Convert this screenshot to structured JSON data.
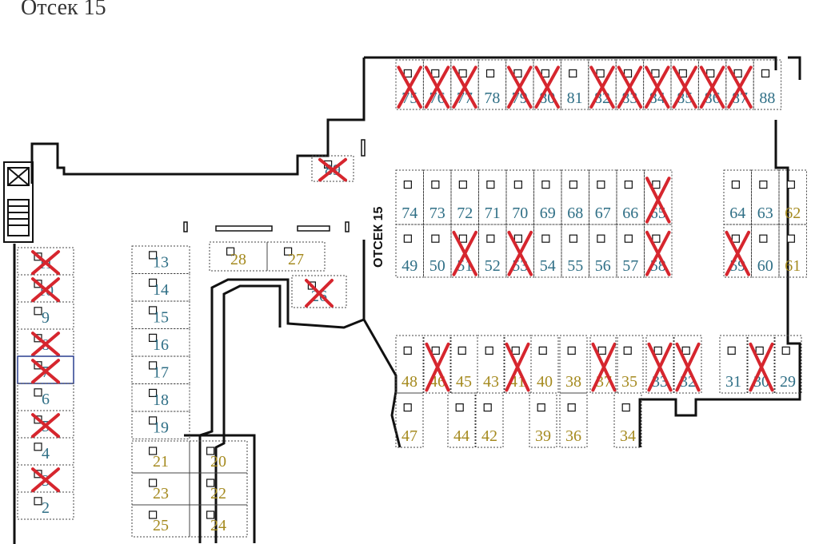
{
  "title": "Отсек 15",
  "section_label": "ОТСЕК 15",
  "colors": {
    "wall": "#111111",
    "dash": "#444444",
    "blue_number": "#2f6f86",
    "gold_number": "#a58a1f",
    "cross": "#d6262e",
    "highlight": "#2a3f8f"
  },
  "icons": [
    "parking-spot-marker-icon",
    "sold-cross-icon",
    "stairwell-icon"
  ],
  "spots": [
    {
      "n": "75",
      "color": "blue",
      "sold": true
    },
    {
      "n": "76",
      "color": "blue",
      "sold": true
    },
    {
      "n": "77",
      "color": "blue",
      "sold": true
    },
    {
      "n": "78",
      "color": "blue",
      "sold": false
    },
    {
      "n": "79",
      "color": "blue",
      "sold": true
    },
    {
      "n": "80",
      "color": "blue",
      "sold": true
    },
    {
      "n": "81",
      "color": "blue",
      "sold": false
    },
    {
      "n": "82",
      "color": "blue",
      "sold": true
    },
    {
      "n": "83",
      "color": "blue",
      "sold": true
    },
    {
      "n": "84",
      "color": "blue",
      "sold": true
    },
    {
      "n": "85",
      "color": "blue",
      "sold": true
    },
    {
      "n": "86",
      "color": "blue",
      "sold": true
    },
    {
      "n": "87",
      "color": "blue",
      "sold": true
    },
    {
      "n": "88",
      "color": "blue",
      "sold": false
    },
    {
      "n": "89",
      "color": "blue",
      "sold": true
    },
    {
      "n": "74",
      "color": "blue",
      "sold": false
    },
    {
      "n": "73",
      "color": "blue",
      "sold": false
    },
    {
      "n": "72",
      "color": "blue",
      "sold": false
    },
    {
      "n": "71",
      "color": "blue",
      "sold": false
    },
    {
      "n": "70",
      "color": "blue",
      "sold": false
    },
    {
      "n": "69",
      "color": "blue",
      "sold": false
    },
    {
      "n": "68",
      "color": "blue",
      "sold": false
    },
    {
      "n": "67",
      "color": "blue",
      "sold": false
    },
    {
      "n": "66",
      "color": "blue",
      "sold": false
    },
    {
      "n": "65",
      "color": "blue",
      "sold": true
    },
    {
      "n": "64",
      "color": "blue",
      "sold": false
    },
    {
      "n": "63",
      "color": "blue",
      "sold": false
    },
    {
      "n": "62",
      "color": "gold",
      "sold": false
    },
    {
      "n": "49",
      "color": "blue",
      "sold": false
    },
    {
      "n": "50",
      "color": "blue",
      "sold": false
    },
    {
      "n": "51",
      "color": "blue",
      "sold": true
    },
    {
      "n": "52",
      "color": "blue",
      "sold": false
    },
    {
      "n": "53",
      "color": "blue",
      "sold": true
    },
    {
      "n": "54",
      "color": "blue",
      "sold": false
    },
    {
      "n": "55",
      "color": "blue",
      "sold": false
    },
    {
      "n": "56",
      "color": "blue",
      "sold": false
    },
    {
      "n": "57",
      "color": "blue",
      "sold": false
    },
    {
      "n": "58",
      "color": "blue",
      "sold": true
    },
    {
      "n": "59",
      "color": "blue",
      "sold": true
    },
    {
      "n": "60",
      "color": "blue",
      "sold": false
    },
    {
      "n": "61",
      "color": "gold",
      "sold": false
    },
    {
      "n": "48",
      "color": "gold",
      "sold": false
    },
    {
      "n": "46",
      "color": "gold",
      "sold": true
    },
    {
      "n": "45",
      "color": "gold",
      "sold": false
    },
    {
      "n": "43",
      "color": "gold",
      "sold": false
    },
    {
      "n": "41",
      "color": "gold",
      "sold": true
    },
    {
      "n": "40",
      "color": "gold",
      "sold": false
    },
    {
      "n": "38",
      "color": "gold",
      "sold": false
    },
    {
      "n": "37",
      "color": "gold",
      "sold": true
    },
    {
      "n": "35",
      "color": "gold",
      "sold": false
    },
    {
      "n": "33",
      "color": "blue",
      "sold": true
    },
    {
      "n": "32",
      "color": "blue",
      "sold": true
    },
    {
      "n": "31",
      "color": "blue",
      "sold": false
    },
    {
      "n": "30",
      "color": "blue",
      "sold": true
    },
    {
      "n": "29",
      "color": "blue",
      "sold": false
    },
    {
      "n": "47",
      "color": "gold",
      "sold": false
    },
    {
      "n": "44",
      "color": "gold",
      "sold": false
    },
    {
      "n": "42",
      "color": "gold",
      "sold": false
    },
    {
      "n": "39",
      "color": "gold",
      "sold": false
    },
    {
      "n": "36",
      "color": "gold",
      "sold": false
    },
    {
      "n": "34",
      "color": "gold",
      "sold": false
    },
    {
      "n": "28",
      "color": "gold",
      "sold": false
    },
    {
      "n": "27",
      "color": "gold",
      "sold": false
    },
    {
      "n": "26",
      "color": "blue",
      "sold": true
    },
    {
      "n": "13",
      "color": "blue",
      "sold": false
    },
    {
      "n": "14",
      "color": "blue",
      "sold": false
    },
    {
      "n": "15",
      "color": "blue",
      "sold": false
    },
    {
      "n": "16",
      "color": "blue",
      "sold": false
    },
    {
      "n": "17",
      "color": "blue",
      "sold": false
    },
    {
      "n": "18",
      "color": "blue",
      "sold": false
    },
    {
      "n": "19",
      "color": "blue",
      "sold": false
    },
    {
      "n": "21",
      "color": "gold",
      "sold": false
    },
    {
      "n": "20",
      "color": "gold",
      "sold": false
    },
    {
      "n": "23",
      "color": "gold",
      "sold": false
    },
    {
      "n": "22",
      "color": "gold",
      "sold": false
    },
    {
      "n": "25",
      "color": "gold",
      "sold": false
    },
    {
      "n": "24",
      "color": "gold",
      "sold": false
    },
    {
      "n": "11",
      "color": "blue",
      "sold": true
    },
    {
      "n": "10",
      "color": "blue",
      "sold": true
    },
    {
      "n": "9",
      "color": "blue",
      "sold": false
    },
    {
      "n": "8",
      "color": "blue",
      "sold": true
    },
    {
      "n": "7",
      "color": "blue",
      "sold": true
    },
    {
      "n": "6",
      "color": "blue",
      "sold": false
    },
    {
      "n": "5",
      "color": "blue",
      "sold": true
    },
    {
      "n": "4",
      "color": "blue",
      "sold": false
    },
    {
      "n": "3",
      "color": "blue",
      "sold": true
    },
    {
      "n": "2",
      "color": "blue",
      "sold": false
    }
  ]
}
